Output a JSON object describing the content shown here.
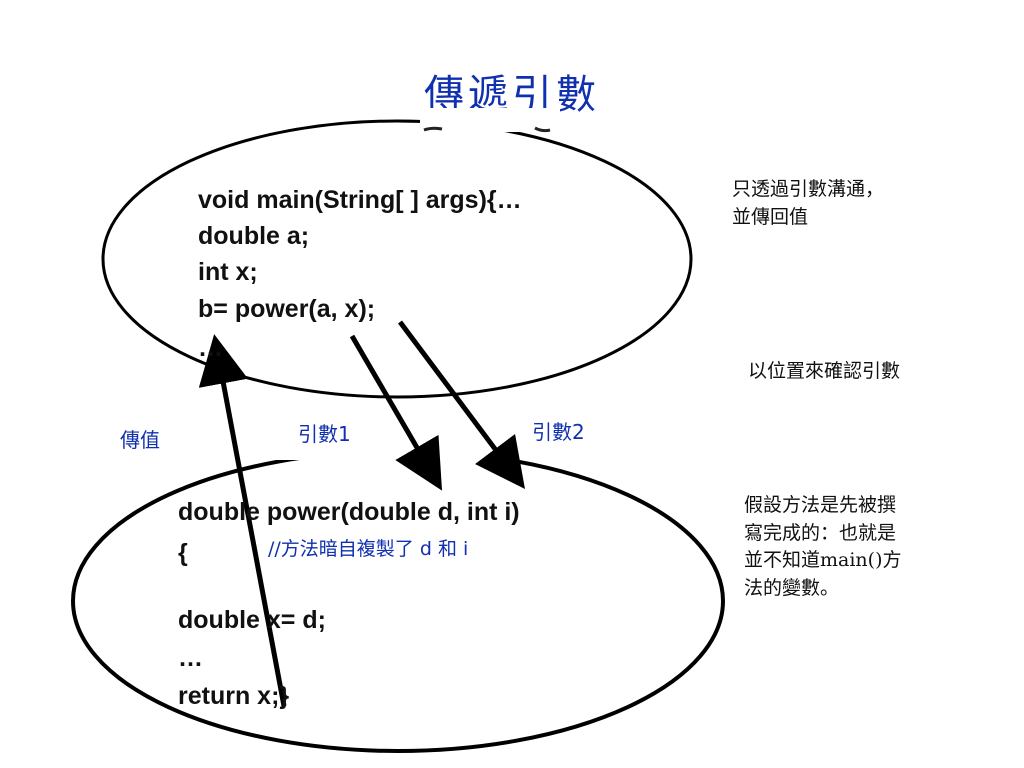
{
  "title": "傳遞引數",
  "caller_code": {
    "line1": "void main(String[ ] args){…",
    "line2": "double a;",
    "line3": "int x;",
    "line4": "b= power(a, x);",
    "line5": "…"
  },
  "callee_code": {
    "line1": "double power(double d, int i)",
    "line2": "{",
    "line3": "double x= d;",
    "line4": "…",
    "line5": "return x;}"
  },
  "comment": "//方法暗自複製了 d 和 i",
  "labels": {
    "return_value": "傳值",
    "arg1": "引數1",
    "arg2": "引數2"
  },
  "notes": {
    "note1_line1": "只透過引數溝通，",
    "note1_line2": "並傳回值",
    "note2": "以位置來確認引數",
    "note3_line1": "假設方法是先被撰",
    "note3_line2": "寫完成的：也就是",
    "note3_line3": "並不知道main()方",
    "note3_line4": "法的變數。"
  },
  "colors": {
    "title": "#1030b0",
    "label": "#1030b0",
    "text": "#111111",
    "stroke": "#000000"
  }
}
